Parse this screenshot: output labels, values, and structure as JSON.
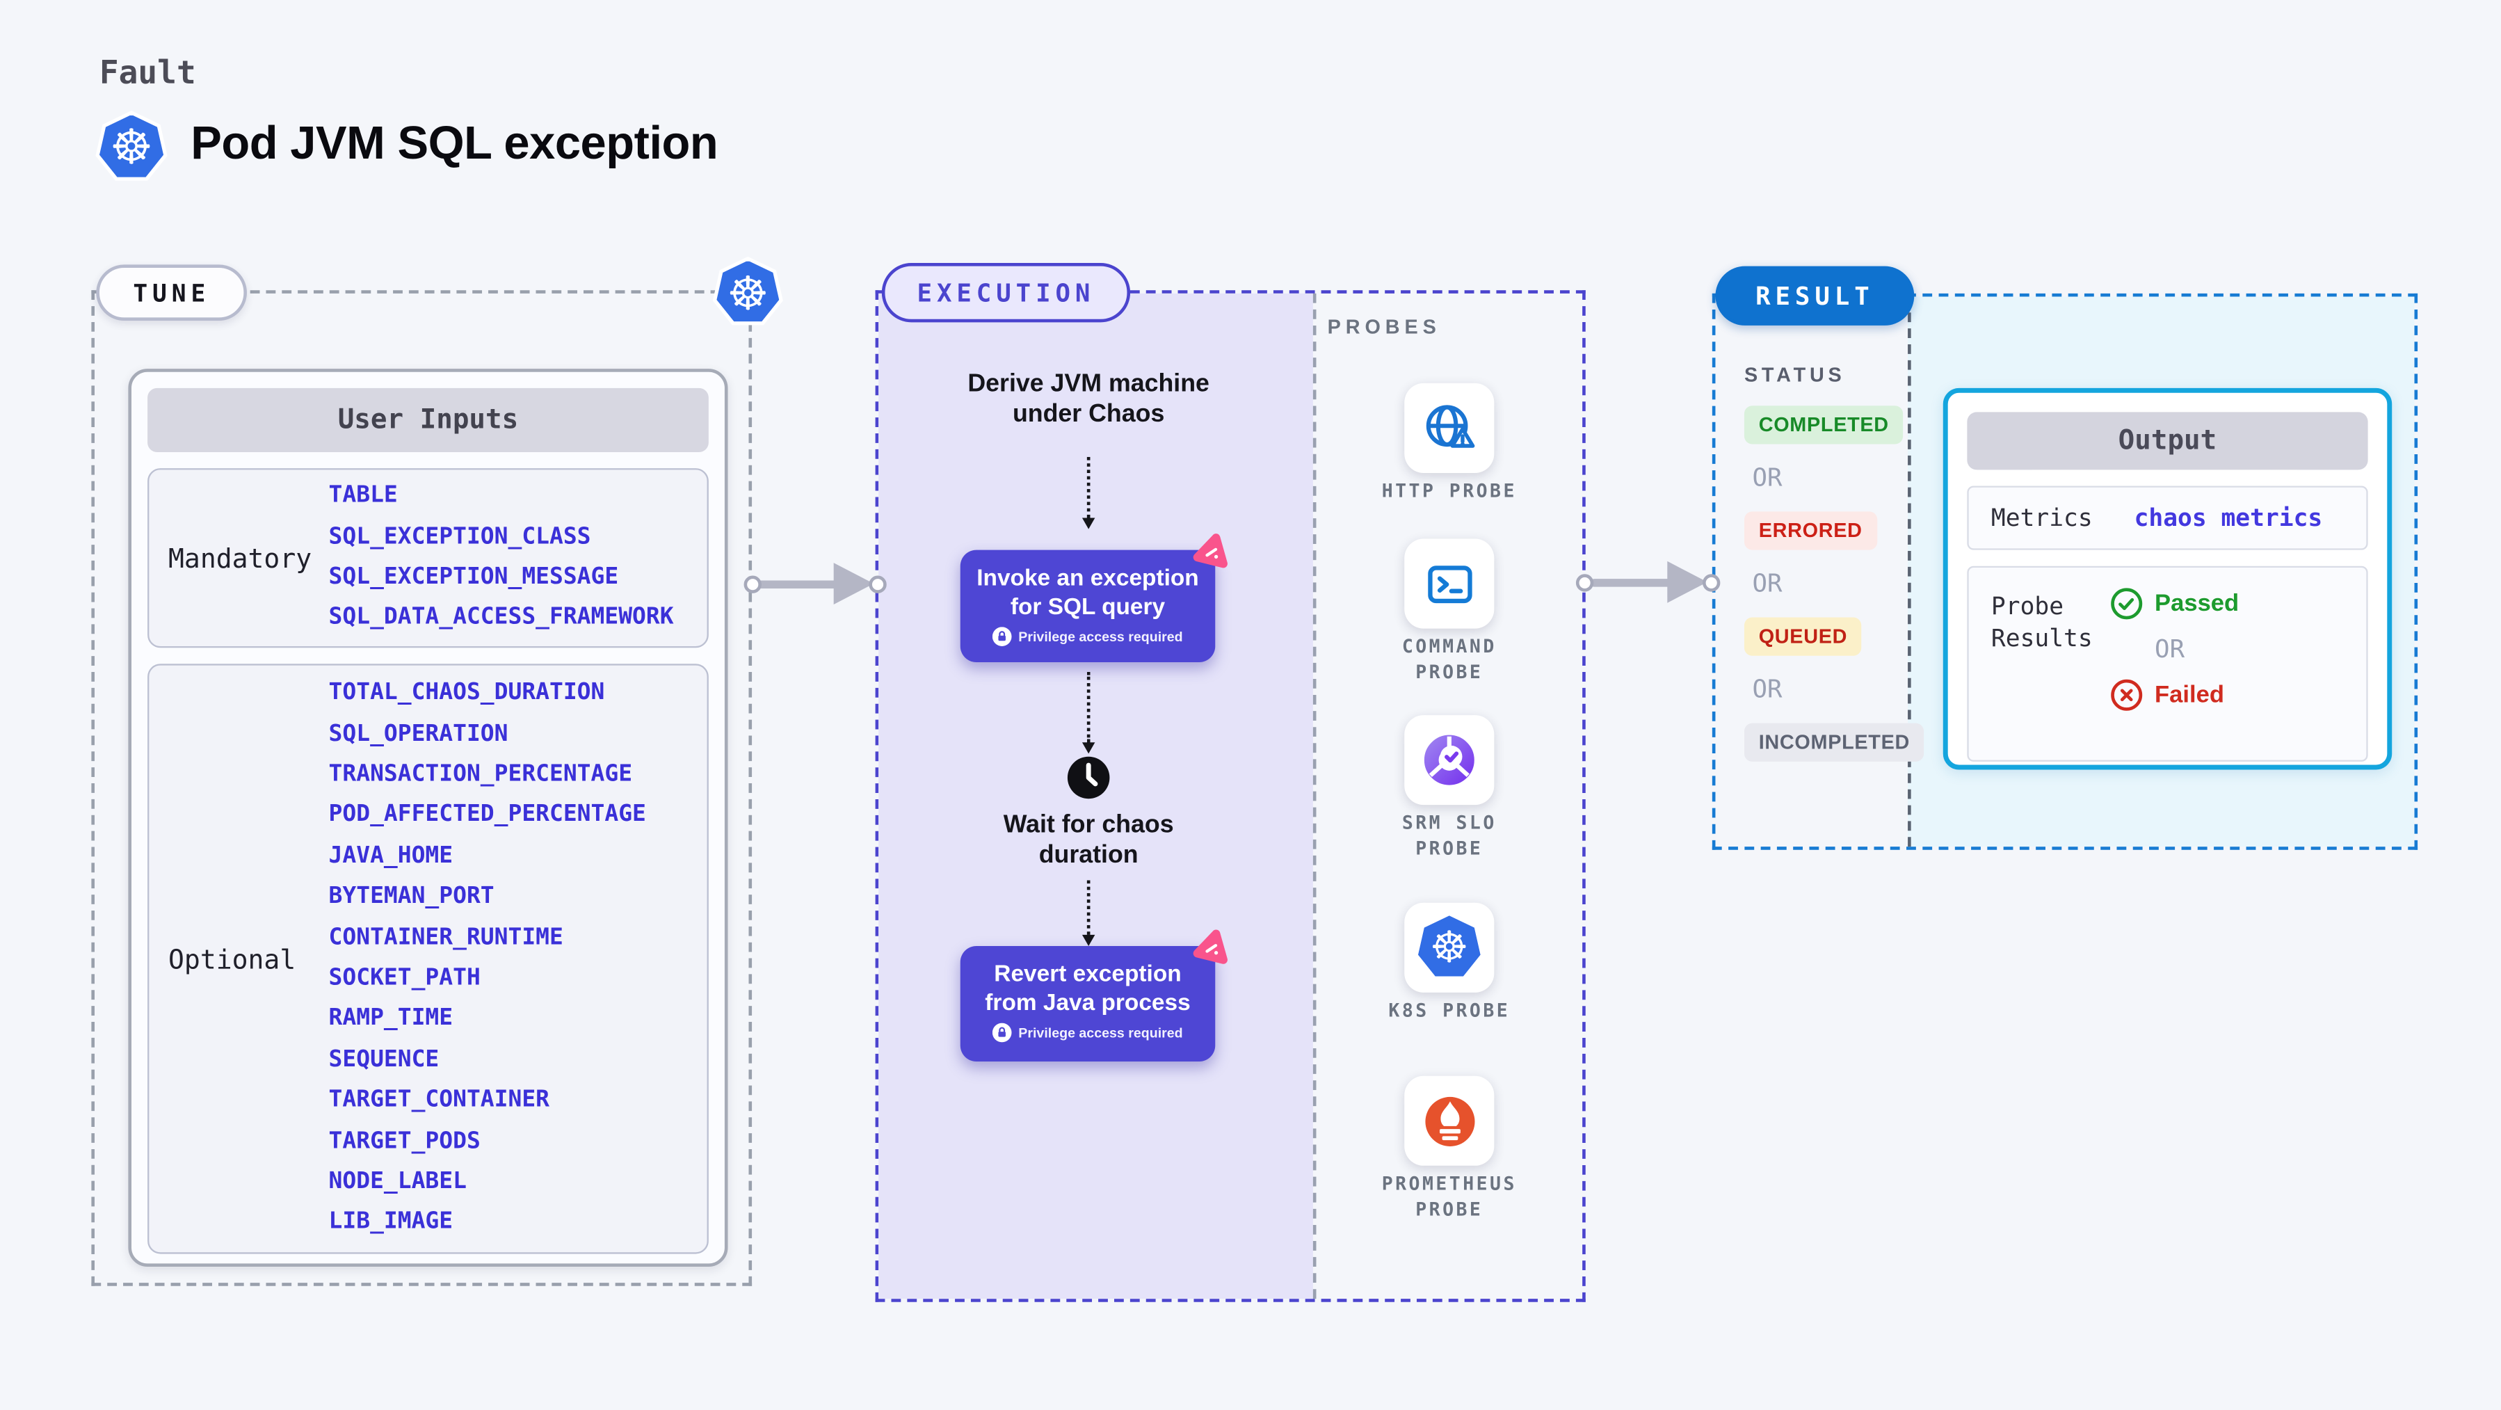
{
  "page": {
    "kicker": "Fault",
    "title": "Pod JVM SQL exception"
  },
  "tune": {
    "label": "TUNE",
    "table_title": "User Inputs",
    "groups": [
      {
        "label": "Mandatory",
        "params": [
          "TABLE",
          "SQL_EXCEPTION_CLASS",
          "SQL_EXCEPTION_MESSAGE",
          "SQL_DATA_ACCESS_FRAMEWORK"
        ]
      },
      {
        "label": "Optional",
        "params": [
          "TOTAL_CHAOS_DURATION",
          "SQL_OPERATION",
          "TRANSACTION_PERCENTAGE",
          "POD_AFFECTED_PERCENTAGE",
          "JAVA_HOME",
          "BYTEMAN_PORT",
          "CONTAINER_RUNTIME",
          "SOCKET_PATH",
          "RAMP_TIME",
          "SEQUENCE",
          "TARGET_CONTAINER",
          "TARGET_PODS",
          "NODE_LABEL",
          "LIB_IMAGE"
        ]
      }
    ]
  },
  "execution": {
    "label": "EXECUTION",
    "steps": [
      {
        "label": "Derive JVM machine under Chaos"
      },
      {
        "label": "Invoke an exception for SQL query",
        "note": "Privilege access required"
      },
      {
        "label": "Wait for chaos duration"
      },
      {
        "label": "Revert exception from Java process",
        "note": "Privilege access required"
      }
    ]
  },
  "probes": {
    "label": "PROBES",
    "items": [
      {
        "name": "HTTP PROBE",
        "icon": "globe-alert-icon"
      },
      {
        "name": "COMMAND PROBE",
        "icon": "terminal-icon"
      },
      {
        "name": "SRM SLO PROBE",
        "icon": "slo-donut-check-icon"
      },
      {
        "name": "K8S PROBE",
        "icon": "kubernetes-helm-icon"
      },
      {
        "name": "PROMETHEUS PROBE",
        "icon": "prometheus-flame-icon"
      }
    ]
  },
  "result": {
    "label": "RESULT",
    "status_label": "STATUS",
    "or_label": "OR",
    "statuses": [
      {
        "label": "COMPLETED",
        "kind": "success"
      },
      {
        "label": "ERRORED",
        "kind": "error"
      },
      {
        "label": "QUEUED",
        "kind": "queued"
      },
      {
        "label": "INCOMPLETED",
        "kind": "neutral"
      }
    ],
    "output": {
      "title": "Output",
      "metrics_label": "Metrics",
      "metrics_value": "chaos metrics",
      "probe_results_label": "Probe Results",
      "passed": "Passed",
      "or_label": "OR",
      "failed": "Failed"
    }
  },
  "colors": {
    "background": "#f4f6fa",
    "execution_fill": "#e5e3f9",
    "execution_accent": "#4b44ce",
    "action_button": "#4e46d4",
    "result_blue": "#0f72cf",
    "output_border": "#14a5de",
    "result_fill": "#e8f6fc",
    "param_blue": "#3a30d8",
    "success_green": "#188a28",
    "error_red": "#cc2016",
    "queued_bg": "#fbf0c9",
    "kubernetes_blue": "#316de5",
    "prometheus_orange": "#e6522c",
    "chaos_pink": "#f9548c",
    "arrow_gray": "#b4b6c5"
  }
}
